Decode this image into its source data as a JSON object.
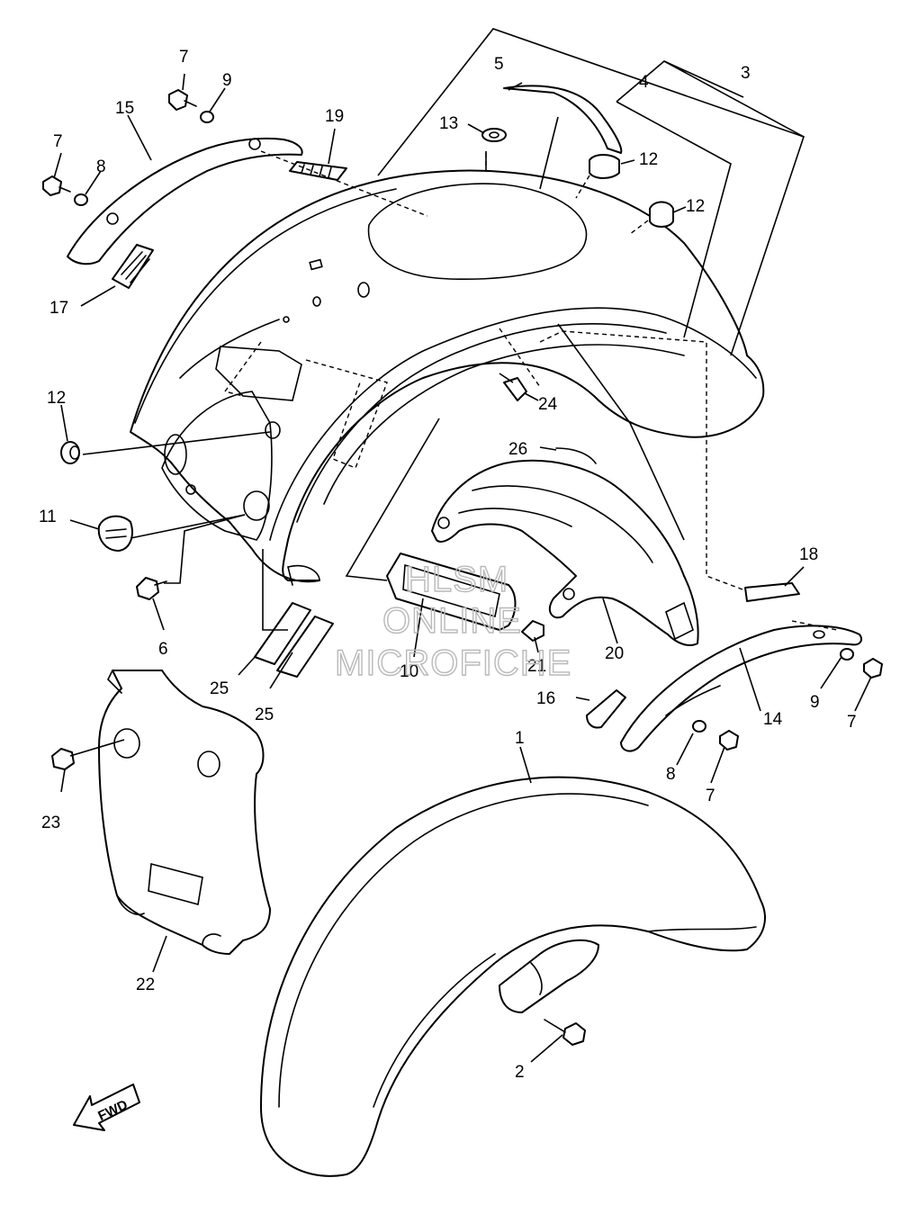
{
  "callouts": {
    "c1": "1",
    "c2": "2",
    "c3": "3",
    "c4": "4",
    "c5": "5",
    "c6": "6",
    "c7a": "7",
    "c7b": "7",
    "c7c": "7",
    "c7d": "7",
    "c8a": "8",
    "c8b": "8",
    "c9a": "9",
    "c9b": "9",
    "c10": "10",
    "c11": "11",
    "c12a": "12",
    "c12b": "12",
    "c12c": "12",
    "c13": "13",
    "c14": "14",
    "c15": "15",
    "c16": "16",
    "c17": "17",
    "c18": "18",
    "c19": "19",
    "c20": "20",
    "c21": "21",
    "c22": "22",
    "c23": "23",
    "c24": "24",
    "c25a": "25",
    "c25b": "25",
    "c26": "26"
  },
  "watermark": {
    "line1": "HLSM",
    "line2": "ONLINE",
    "line3": "MICROFICHE"
  },
  "fwd_label": "FWD",
  "colors": {
    "line": "#000000",
    "background": "#ffffff",
    "watermark": "#b9b9b9"
  }
}
